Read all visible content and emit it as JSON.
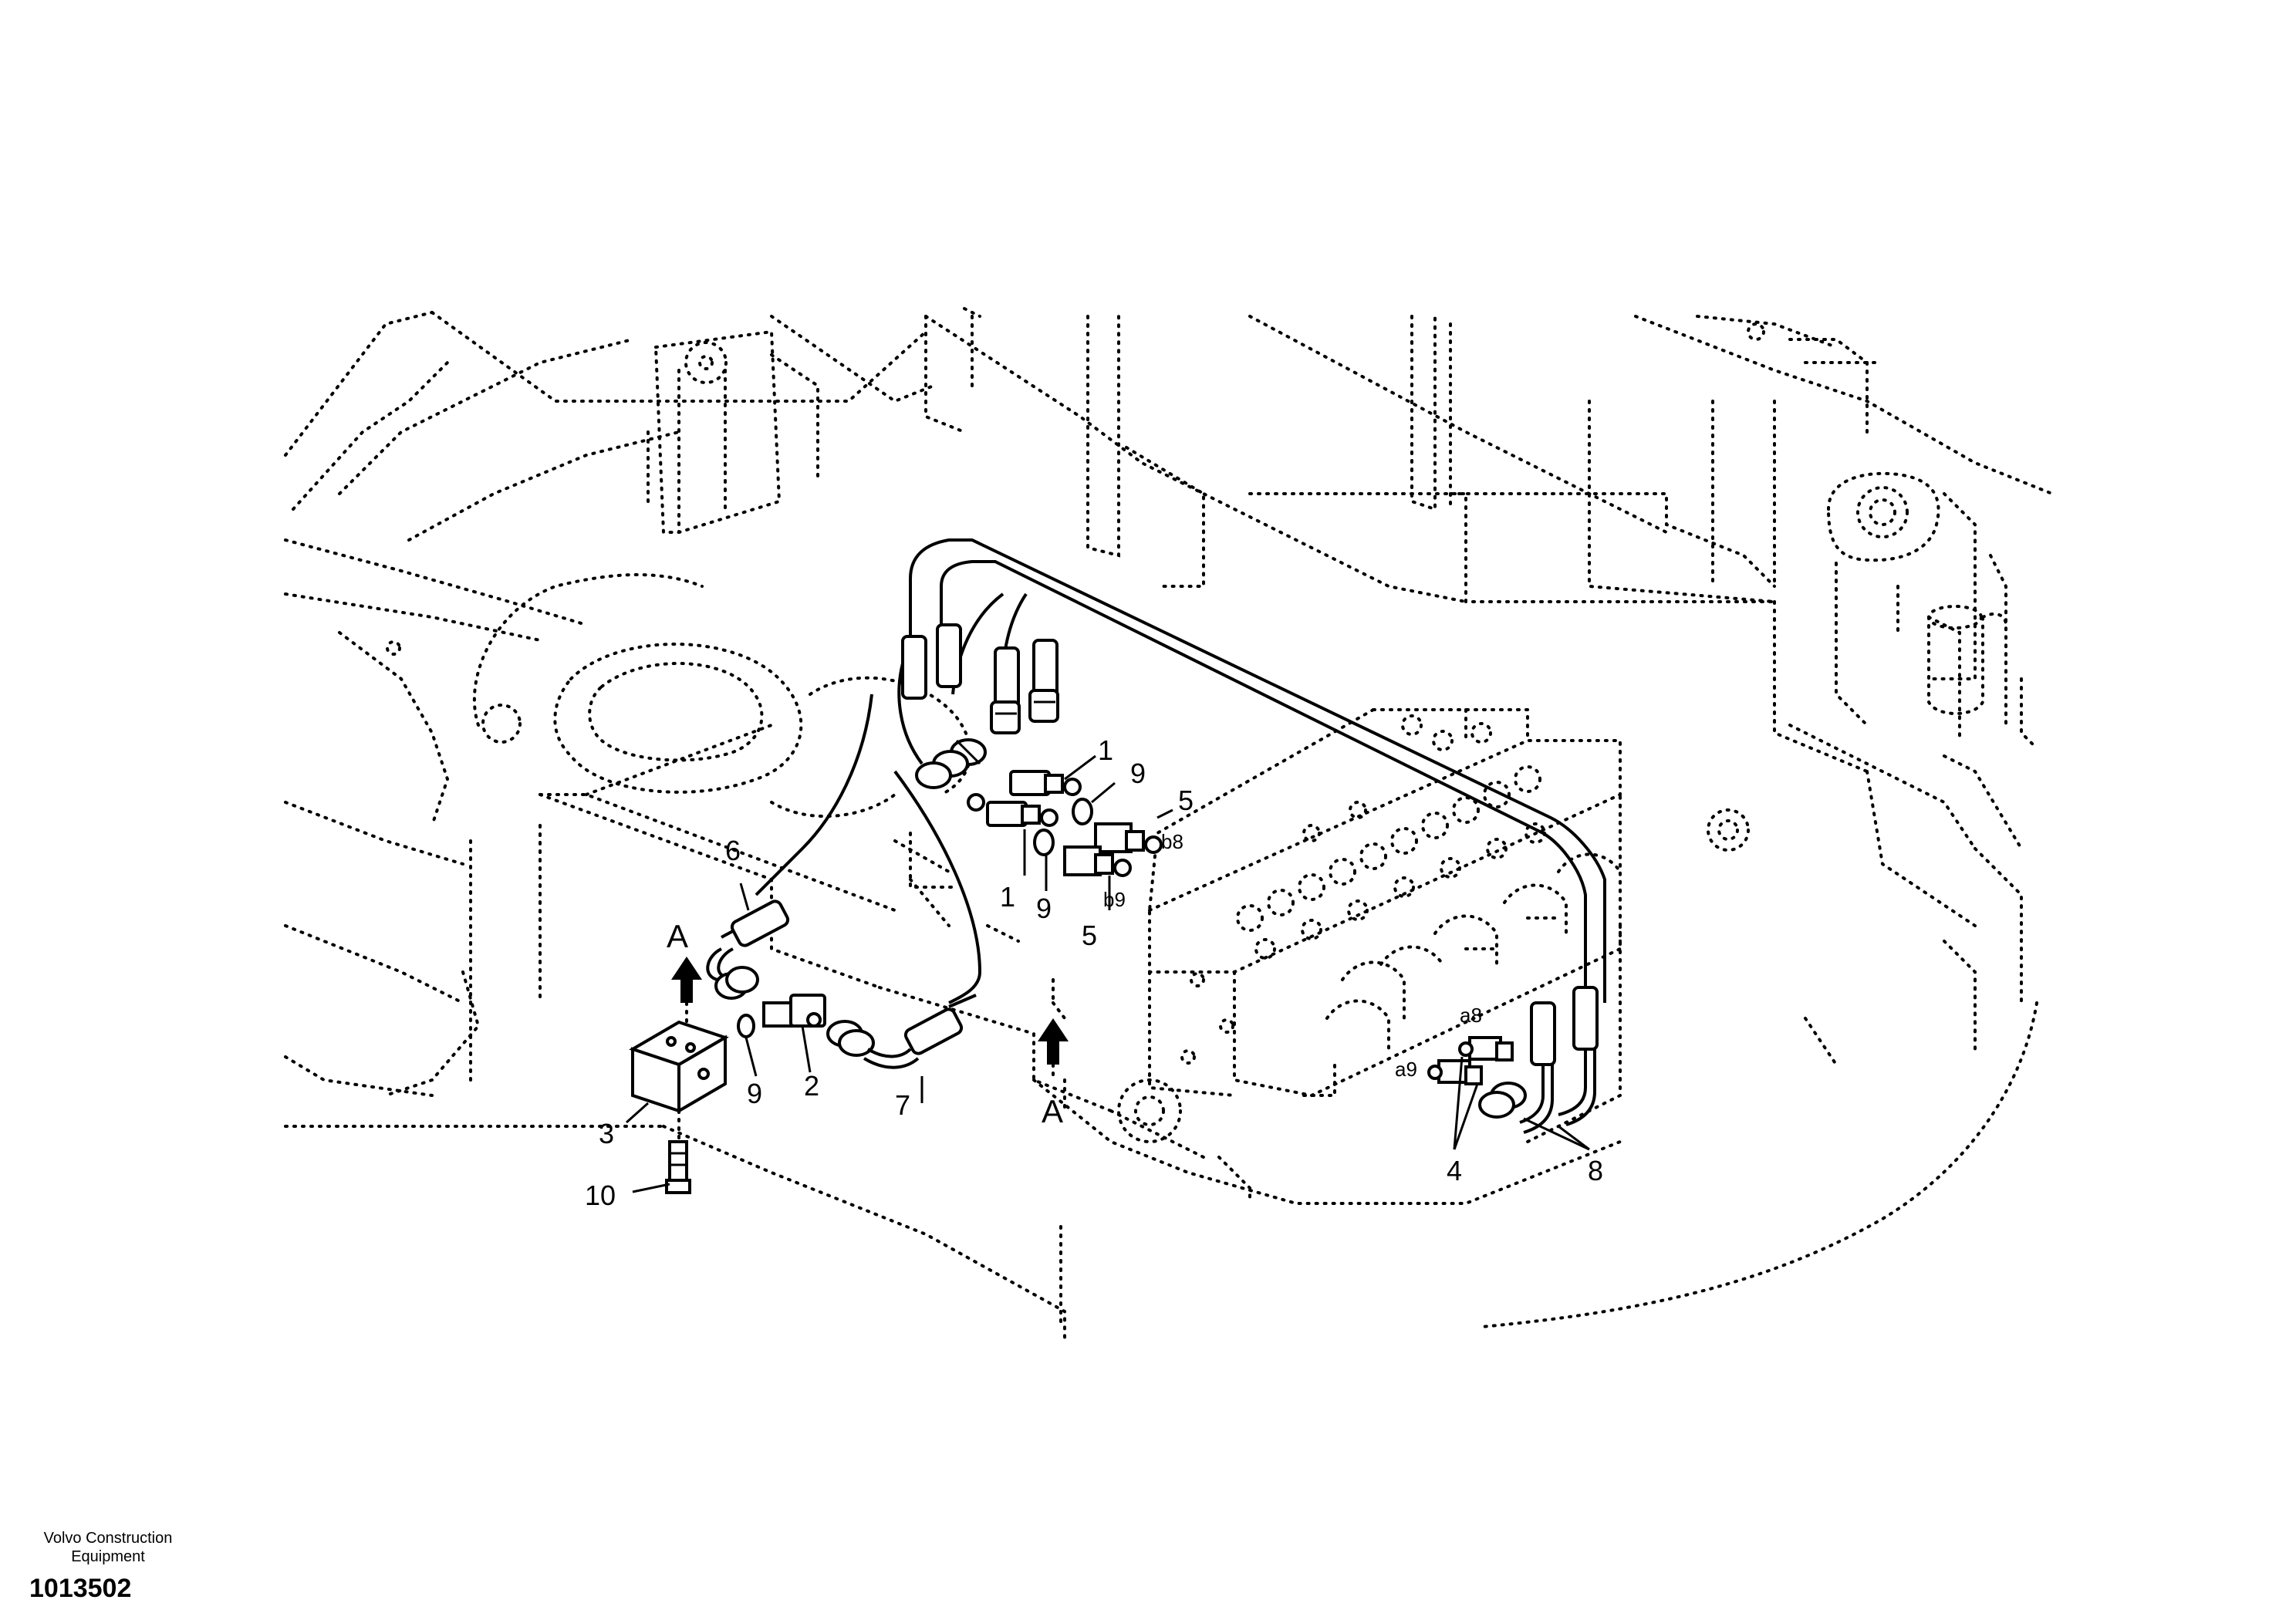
{
  "labels": {
    "l1a": "1",
    "l1b": "1",
    "l2": "2",
    "l3": "3",
    "l4": "4",
    "l5a": "5",
    "l5b": "5",
    "l6": "6",
    "l7": "7",
    "l8": "8",
    "l9a": "9",
    "l9b": "9",
    "l9c": "9",
    "l10": "10",
    "viewA1": "A",
    "viewA2": "A",
    "portB8": "b8",
    "portB9": "b9",
    "portA8": "a8",
    "portA9": "a9"
  },
  "footer": {
    "brand": "Volvo Construction Equipment",
    "doc_number": "1013502"
  }
}
